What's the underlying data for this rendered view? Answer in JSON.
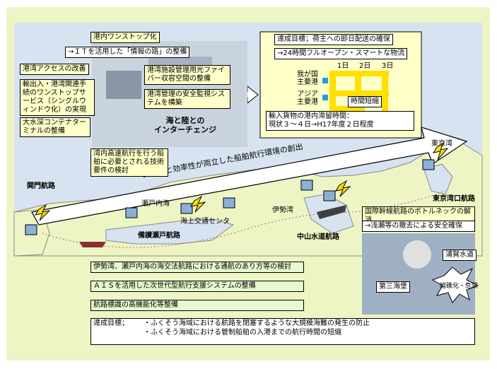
{
  "top_left": {
    "title": "港内ワンストップ化",
    "it_label": "→ＩＴを活用した「情報の路」の整備",
    "access": "港湾アクセスの改善",
    "onestop": "輸出入・港湾関連手続のワンストップサービス（シングルウィンドウ化）の実現",
    "container": "大水深コンテナターミナルの整備",
    "fiber": "港湾施設管理用光ファイバー収容空間の整備",
    "safety_monitor": "港湾管理の安全監視システムを構築",
    "interchange": "海と陸との\nインターチェンジ"
  },
  "top_right": {
    "goal": "達成目標；荷主への即日配送の確保",
    "open24": "→24時間フルオープン・スマートな物流",
    "days": [
      "1日",
      "2日",
      "3日"
    ],
    "japan_port": "我が国\n主要港",
    "asia_port": "アジア\n主要港",
    "shorten": "時間短縮",
    "dwell_time": "輸入貨物の港内滞留時間：\n現状３～４日→H17年度２日程度"
  },
  "arrow_label": "安全性と効率性が両立した船舶航行環境の創出",
  "high_speed": "湾内高速航行を行う船舶に必要とされる技術要件の検討",
  "places": {
    "kanmon": "関門航路",
    "setonaikai": "瀬戸内海",
    "bisan": "備讃瀬戸航路",
    "traffic_center": "海上交通センタ",
    "isewan": "伊勢湾",
    "nakayama": "中山水道航路",
    "tokyowan": "東京湾",
    "tokyowan_route": "東京湾口航路"
  },
  "bottleneck": {
    "title": "国際幹線航路のボトルネックの解消",
    "sub": "→浅瀬等の撤去による安全確保",
    "uraga": "浦賀水道",
    "daisan": "第三海堡",
    "danger": "暗礁化・危険"
  },
  "measures": [
    "伊勢湾、瀬戸内海の海交法航路における通航のあり方等の検討",
    "ＡＩＳを活用した次世代型航行支援システムの整備",
    "航路標識の高機能化等整備"
  ],
  "goals": {
    "label": "達成目標；",
    "items": [
      "・ふくそう海域における航路を閉塞するような大規模海難の発生の防止",
      "・ふくそう海域における管制船舶の入港までの航行時間の短縮"
    ]
  },
  "colors": {
    "red": "#e00000",
    "land": "#eef5c4",
    "sea": "#d7e3f0",
    "yellow": "#ffe000"
  }
}
